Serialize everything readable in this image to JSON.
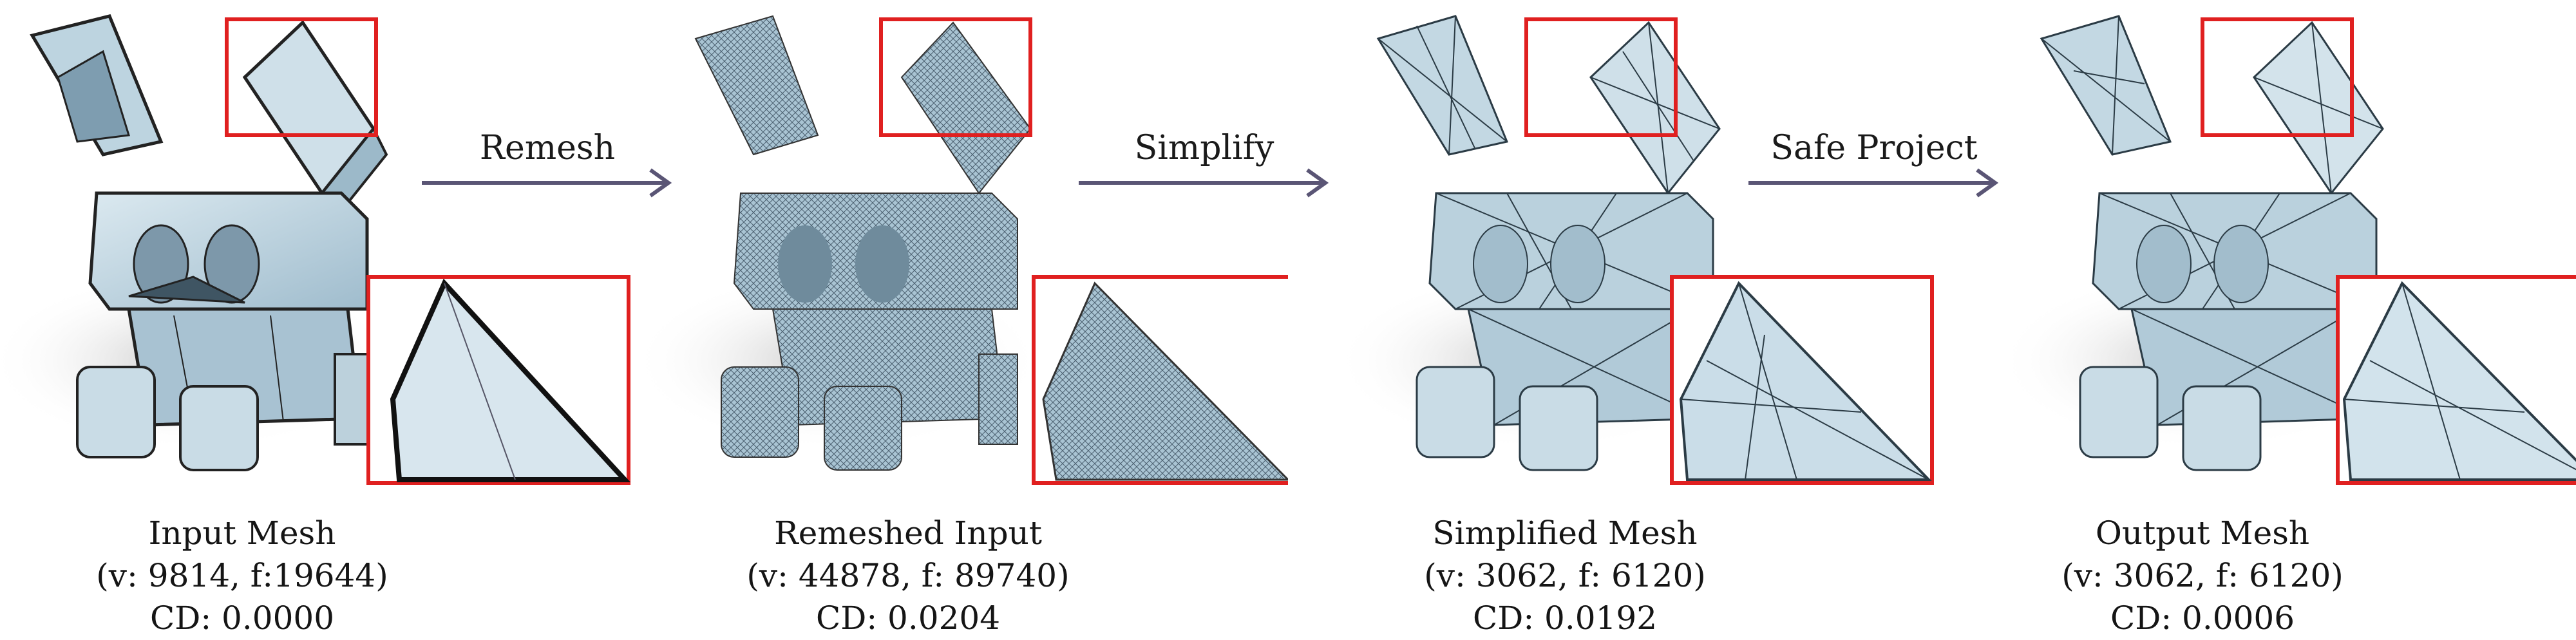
{
  "figure": {
    "panels": [
      {
        "title": "Input Mesh",
        "stats": "(v: 9814, f:19644)",
        "cd": "CD: 0.0000"
      },
      {
        "title": "Remeshed Input",
        "stats": "(v: 44878, f: 89740)",
        "cd": "CD: 0.0204"
      },
      {
        "title": "Simplified Mesh",
        "stats": "(v: 3062, f: 6120)",
        "cd": "CD: 0.0192"
      },
      {
        "title": "Output Mesh",
        "stats": "(v: 3062, f: 6120)",
        "cd": "CD: 0.0006"
      }
    ],
    "arrows": [
      {
        "label": "Remesh"
      },
      {
        "label": "Simplify"
      },
      {
        "label": "Safe Project"
      }
    ],
    "colors": {
      "mesh_fill": "#c6dbe6",
      "mesh_shade": "#8fb1c4",
      "edge": "#2b3b45",
      "zoom_box": "#e02020",
      "arrow": "#5a5575"
    }
  }
}
